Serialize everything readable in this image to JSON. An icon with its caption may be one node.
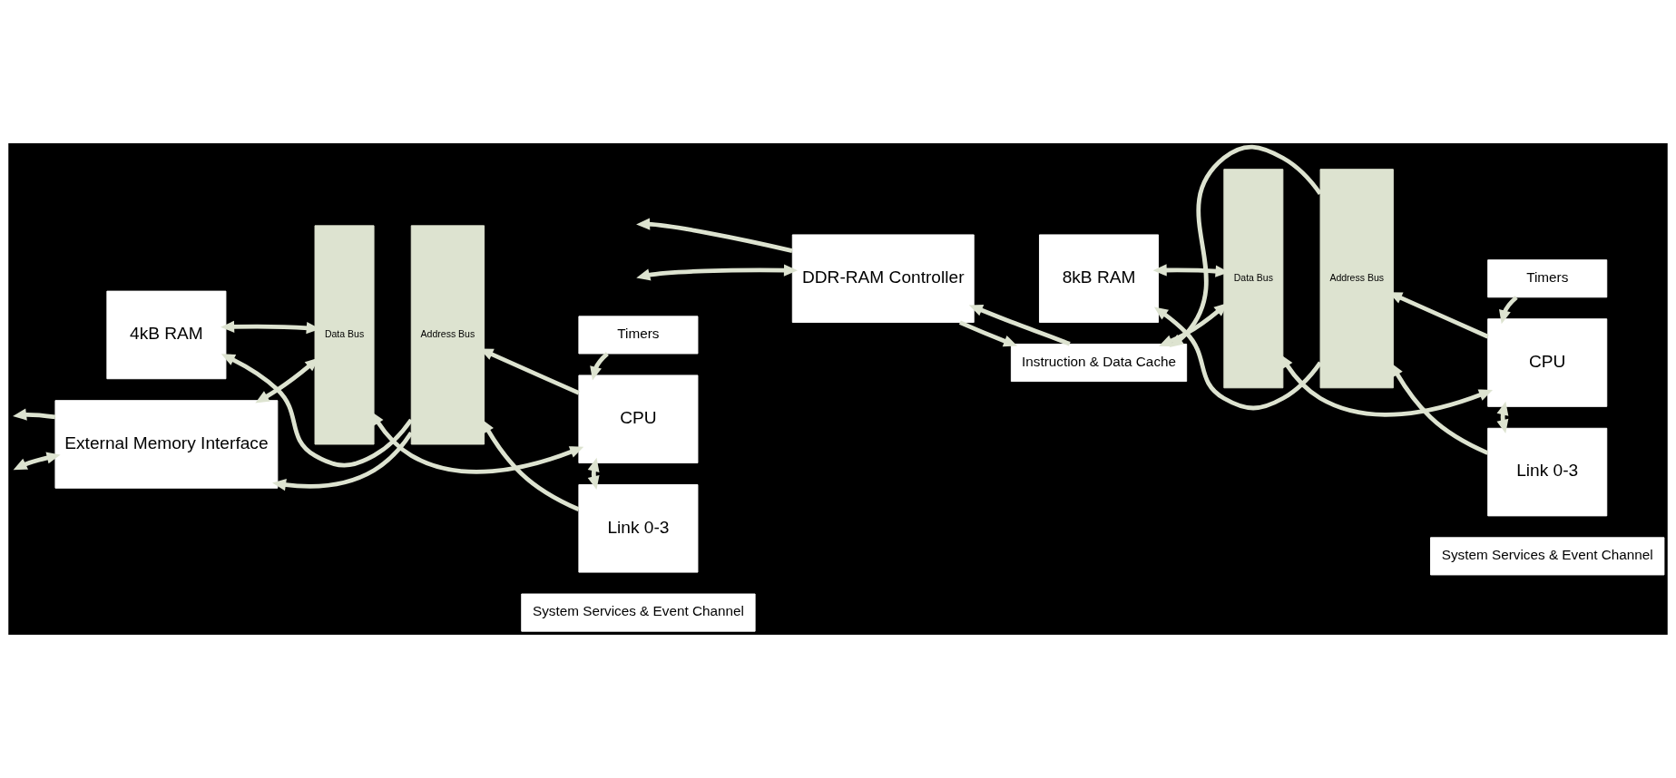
{
  "diagram": {
    "nodes": [
      {
        "text": [
          "Timers"
        ]
      },
      {
        "text": [
          "4kB RAM"
        ]
      },
      {
        "text": [
          "Data Bus"
        ]
      },
      {
        "text": [
          "Address Bus"
        ]
      },
      {
        "text": [
          "CPU"
        ]
      },
      {
        "text": [
          "Link 0-3"
        ]
      },
      {
        "text": [
          "External Memory Interface"
        ]
      },
      {
        "text": [
          "System Services & Event Channel"
        ]
      },
      {
        "text": [
          "Timers"
        ]
      },
      {
        "text": [
          "8kB RAM"
        ]
      },
      {
        "text": [
          "Data Bus"
        ]
      },
      {
        "text": [
          "Address Bus"
        ]
      },
      {
        "text": [
          "CPU"
        ]
      },
      {
        "text": [
          "Link 0-3"
        ]
      },
      {
        "text": [
          "Instruction & Data Cache"
        ]
      },
      {
        "text": [
          "DDR-RAM Controller"
        ]
      },
      {
        "text": [
          "System Services & Event Channel"
        ]
      }
    ],
    "edges": [
      {
        "from": 0,
        "to": 4,
        "arrow": "to"
      },
      {
        "from": 3,
        "to": 1,
        "arrow": "to"
      },
      {
        "from": 4,
        "to": 3,
        "arrow": "to"
      },
      {
        "from": 1,
        "to": 2,
        "arrow": "both"
      },
      {
        "from": 2,
        "to": 4,
        "arrow": "both"
      },
      {
        "from": 4,
        "to": 5,
        "arrow": "both"
      },
      {
        "from": 5,
        "to": 3,
        "arrow": "to"
      },
      {
        "from": 3,
        "to": 6,
        "arrow": "to"
      },
      {
        "from": 6,
        "to": 2,
        "arrow": "both"
      },
      {
        "from": 6,
        "to": null,
        "arrow": "to"
      },
      {
        "from": 6,
        "to": null,
        "arrow": "both"
      },
      {
        "from": 8,
        "to": 12,
        "arrow": "to"
      },
      {
        "from": 11,
        "to": 9,
        "arrow": "to"
      },
      {
        "from": 12,
        "to": 11,
        "arrow": "to"
      },
      {
        "from": 9,
        "to": 10,
        "arrow": "both"
      },
      {
        "from": 10,
        "to": 12,
        "arrow": "both"
      },
      {
        "from": 12,
        "to": 13,
        "arrow": "both"
      },
      {
        "from": 13,
        "to": 11,
        "arrow": "to"
      },
      {
        "from": 11,
        "to": 14,
        "arrow": "to"
      },
      {
        "from": 14,
        "to": 10,
        "arrow": "both"
      },
      {
        "from": 14,
        "to": 15,
        "arrow": "to"
      },
      {
        "from": 15,
        "to": 14,
        "arrow": "to"
      },
      {
        "from": 15,
        "to": null,
        "arrow": "to"
      },
      {
        "from": 15,
        "to": null,
        "arrow": "both"
      }
    ]
  }
}
